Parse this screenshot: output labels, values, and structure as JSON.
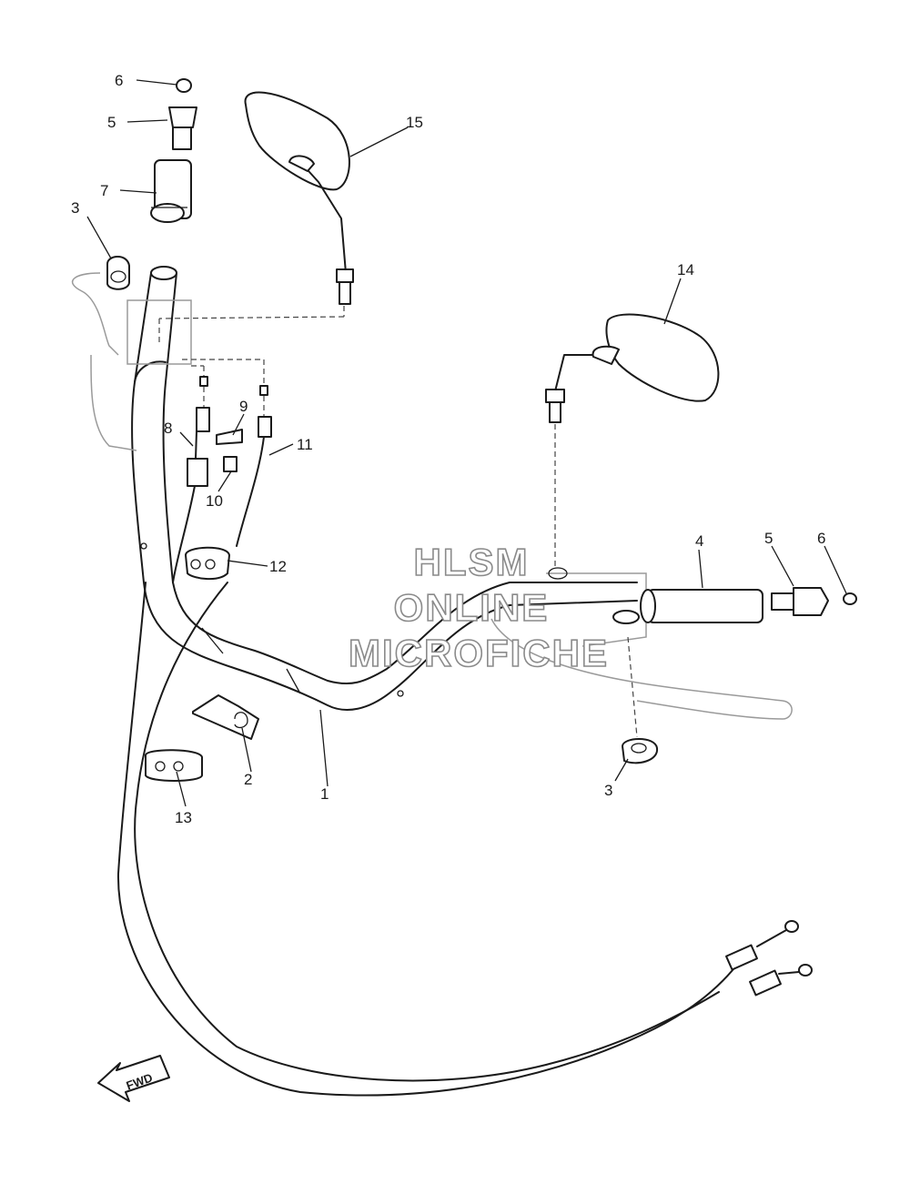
{
  "diagram": {
    "callouts": {
      "c1": "1",
      "c2": "2",
      "c3a": "3",
      "c3b": "3",
      "c4": "4",
      "c5a": "5",
      "c5b": "5",
      "c6a": "6",
      "c6b": "6",
      "c7": "7",
      "c8": "8",
      "c9": "9",
      "c10": "10",
      "c11": "11",
      "c12": "12",
      "c13": "13",
      "c14": "14",
      "c15": "15"
    },
    "watermark": {
      "line1": "HLSM",
      "line2": "ONLINE",
      "line3": "MICROFICHE"
    },
    "direction_label": "FWD"
  }
}
